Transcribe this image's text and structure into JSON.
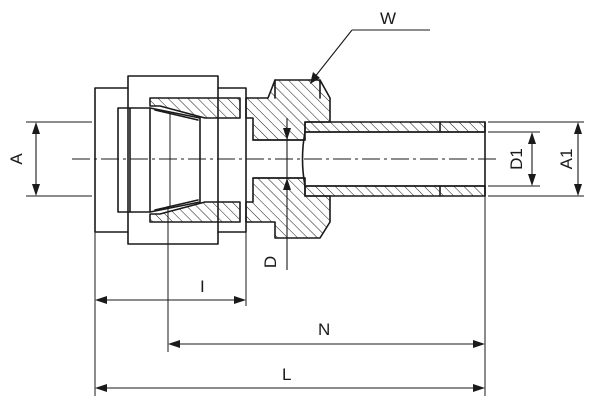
{
  "labels": {
    "W": "W",
    "A": "A",
    "D1": "D1",
    "A1": "A1",
    "D": "D",
    "I": "I",
    "N": "N",
    "L": "L"
  }
}
